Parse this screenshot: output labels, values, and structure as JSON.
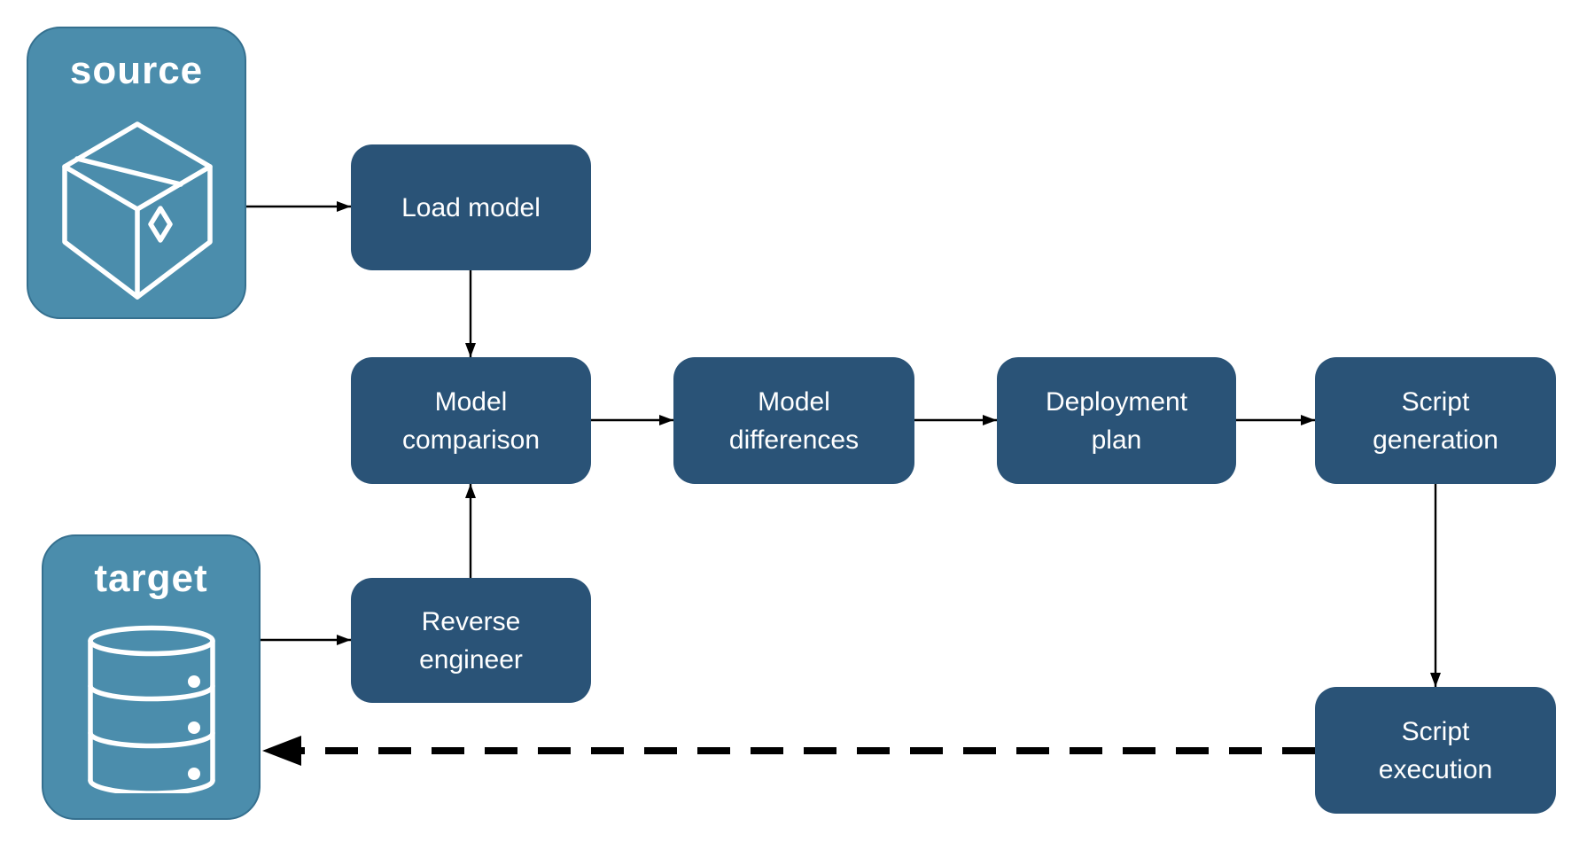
{
  "colors": {
    "background": "#FFFFFF",
    "edge": "#000000",
    "process_fill": "#2A5377",
    "terminal_fill": "#4B8DAC",
    "terminal_border": "#35708F",
    "label": "#FFFFFF"
  },
  "diagram": {
    "terminals": {
      "source": {
        "label": "source",
        "icon": "package-icon"
      },
      "target": {
        "label": "target",
        "icon": "database-icon"
      }
    },
    "processes": {
      "load_model": {
        "label": "Load model"
      },
      "model_comparison": {
        "label": "Model\ncomparison"
      },
      "model_differences": {
        "label": "Model\ndifferences"
      },
      "deployment_plan": {
        "label": "Deployment\nplan"
      },
      "script_generation": {
        "label": "Script\ngeneration"
      },
      "reverse_engineer": {
        "label": "Reverse\nengineer"
      },
      "script_execution": {
        "label": "Script\nexecution"
      }
    },
    "edges": [
      {
        "from": "source",
        "to": "load_model",
        "style": "solid"
      },
      {
        "from": "load_model",
        "to": "model_comparison",
        "style": "solid"
      },
      {
        "from": "model_comparison",
        "to": "model_differences",
        "style": "solid"
      },
      {
        "from": "model_differences",
        "to": "deployment_plan",
        "style": "solid"
      },
      {
        "from": "deployment_plan",
        "to": "script_generation",
        "style": "solid"
      },
      {
        "from": "script_generation",
        "to": "script_execution",
        "style": "solid"
      },
      {
        "from": "target",
        "to": "reverse_engineer",
        "style": "solid"
      },
      {
        "from": "reverse_engineer",
        "to": "model_comparison",
        "style": "solid"
      },
      {
        "from": "script_execution",
        "to": "target",
        "style": "dashed"
      }
    ]
  }
}
